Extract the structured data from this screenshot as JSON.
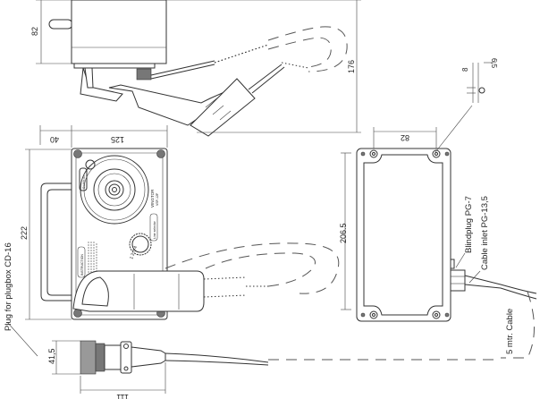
{
  "dimensions": {
    "top_view_height": "82",
    "overall_depth": "176",
    "handle_width": "40",
    "panel_width": "125",
    "panel_height": "222",
    "box_hole_spacing": "82",
    "box_height": "206.5",
    "hole_depth": "8",
    "hole_diameter": "6,5",
    "plug_diameter": "41,5",
    "plug_length": "111"
  },
  "labels": {
    "plug": "Plug for plugbox CD-16",
    "blindplug": "Blindplug PG-7",
    "cable_inlet": "Cable inlet PG-13,5",
    "cable": "5 mtr. Cable"
  },
  "panel": {
    "brand": "VINGTOR",
    "model": "VSP-12P",
    "instruction_title": "INSTRUCTION",
    "switch_label": "Switch on",
    "selector_label": "Line selector",
    "dial_numbers": "1 2 3 4"
  }
}
